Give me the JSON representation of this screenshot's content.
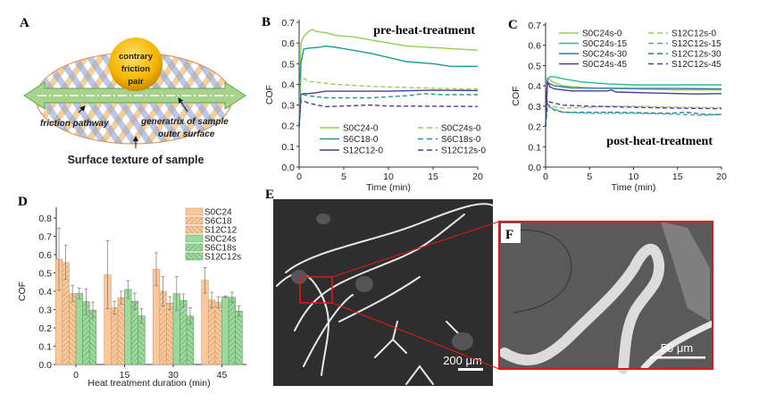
{
  "panels": {
    "A": {
      "label": "A",
      "circle_text": [
        "contrary",
        "friction",
        "pair"
      ],
      "friction_pathway": "friction pathway",
      "generatrix": [
        "generatrix of sample",
        "outer surface"
      ],
      "caption": "Surface texture of sample"
    },
    "E": {
      "label": "E",
      "scale_bar": "200 μm"
    },
    "F": {
      "label": "F",
      "scale_bar": "50 μm"
    }
  },
  "colors": {
    "light_green": "#92d050",
    "teal": "#1f9a8f",
    "purple": "#4b3c96",
    "green": "#2bbb86",
    "blue": "#2c7ba8",
    "orange_fill": "#f9c89b",
    "orange_edge": "#d99a66",
    "green_fill": "#9fd89f",
    "green_edge": "#5aa85a",
    "highlight": "#e8141b"
  },
  "chart_data": [
    {
      "id": "B",
      "label": "B",
      "type": "line",
      "title": "pre-heat-treatment",
      "xlabel": "Time (min)",
      "ylabel": "COF",
      "xlim": [
        0,
        20
      ],
      "ylim": [
        0,
        0.7
      ],
      "xticks": [
        "0",
        "5",
        "10",
        "15",
        "20"
      ],
      "yticks": [
        "0.0",
        "0.1",
        "0.2",
        "0.3",
        "0.4",
        "0.5",
        "0.6",
        "0.7"
      ],
      "legend": "bottom",
      "series": [
        {
          "name": "S0C24-0",
          "color": "#92d050",
          "dash": false,
          "points": [
            [
              0,
              0.2
            ],
            [
              0.2,
              0.6
            ],
            [
              0.5,
              0.63
            ],
            [
              1,
              0.655
            ],
            [
              1.5,
              0.665
            ],
            [
              2,
              0.655
            ],
            [
              3,
              0.65
            ],
            [
              4,
              0.637
            ],
            [
              6,
              0.63
            ],
            [
              8,
              0.615
            ],
            [
              10,
              0.6
            ],
            [
              12,
              0.585
            ],
            [
              15,
              0.578
            ],
            [
              18,
              0.57
            ],
            [
              20,
              0.565
            ]
          ]
        },
        {
          "name": "S6C18-0",
          "color": "#1f9a8f",
          "dash": false,
          "points": [
            [
              0,
              0.2
            ],
            [
              0.2,
              0.5
            ],
            [
              0.5,
              0.57
            ],
            [
              1,
              0.575
            ],
            [
              2,
              0.578
            ],
            [
              3,
              0.585
            ],
            [
              4,
              0.58
            ],
            [
              6,
              0.565
            ],
            [
              8,
              0.55
            ],
            [
              10,
              0.53
            ],
            [
              12,
              0.51
            ],
            [
              15,
              0.5
            ],
            [
              17,
              0.487
            ],
            [
              20,
              0.487
            ]
          ]
        },
        {
          "name": "S12C12-0",
          "color": "#4b3c96",
          "dash": false,
          "points": [
            [
              0,
              0.19
            ],
            [
              0.2,
              0.35
            ],
            [
              0.5,
              0.355
            ],
            [
              1,
              0.355
            ],
            [
              2,
              0.36
            ],
            [
              3,
              0.367
            ],
            [
              5,
              0.367
            ],
            [
              10,
              0.367
            ],
            [
              15,
              0.372
            ],
            [
              20,
              0.37
            ]
          ]
        },
        {
          "name": "S0C24s-0",
          "color": "#92d050",
          "dash": true,
          "points": [
            [
              0,
              0.2
            ],
            [
              0.2,
              0.43
            ],
            [
              0.5,
              0.43
            ],
            [
              1,
              0.415
            ],
            [
              2,
              0.41
            ],
            [
              4,
              0.4
            ],
            [
              8,
              0.39
            ],
            [
              12,
              0.385
            ],
            [
              16,
              0.38
            ],
            [
              20,
              0.377
            ]
          ]
        },
        {
          "name": "S6C18s-0",
          "color": "#1f9a8f",
          "dash": true,
          "points": [
            [
              0,
              0.2
            ],
            [
              0.2,
              0.36
            ],
            [
              0.5,
              0.35
            ],
            [
              1,
              0.345
            ],
            [
              3,
              0.335
            ],
            [
              8,
              0.335
            ],
            [
              12,
              0.345
            ],
            [
              14,
              0.355
            ],
            [
              16,
              0.35
            ],
            [
              20,
              0.35
            ]
          ]
        },
        {
          "name": "S12C12s-0",
          "color": "#4b3c96",
          "dash": true,
          "points": [
            [
              0,
              0.2
            ],
            [
              0.2,
              0.32
            ],
            [
              0.5,
              0.32
            ],
            [
              1,
              0.31
            ],
            [
              2,
              0.3
            ],
            [
              3,
              0.292
            ],
            [
              6,
              0.297
            ],
            [
              8,
              0.3
            ],
            [
              10,
              0.295
            ],
            [
              20,
              0.293
            ]
          ]
        }
      ]
    },
    {
      "id": "C",
      "label": "C",
      "type": "line",
      "title": "post-heat-treatment",
      "xlabel": "Time (min)",
      "ylabel": "COF",
      "xlim": [
        0,
        20
      ],
      "ylim": [
        0,
        0.7
      ],
      "xticks": [
        "0",
        "5",
        "10",
        "15",
        "20"
      ],
      "yticks": [
        "0.0",
        "0.1",
        "0.2",
        "0.3",
        "0.4",
        "0.5",
        "0.6",
        "0.7"
      ],
      "legend": "top",
      "series": [
        {
          "name": "S0C24s-0",
          "color": "#92d050",
          "dash": false,
          "points": [
            [
              0,
              0.2
            ],
            [
              0.2,
              0.44
            ],
            [
              0.5,
              0.43
            ],
            [
              1,
              0.415
            ],
            [
              2,
              0.4
            ],
            [
              5,
              0.39
            ],
            [
              10,
              0.385
            ],
            [
              15,
              0.38
            ],
            [
              20,
              0.38
            ]
          ]
        },
        {
          "name": "S0C24s-15",
          "color": "#2bbb86",
          "dash": false,
          "points": [
            [
              0,
              0.2
            ],
            [
              0.2,
              0.43
            ],
            [
              0.5,
              0.445
            ],
            [
              1,
              0.445
            ],
            [
              2,
              0.435
            ],
            [
              4,
              0.42
            ],
            [
              7,
              0.41
            ],
            [
              10,
              0.405
            ],
            [
              15,
              0.405
            ],
            [
              20,
              0.405
            ]
          ]
        },
        {
          "name": "S0C24s-30",
          "color": "#2c7ba8",
          "dash": false,
          "points": [
            [
              0,
              0.2
            ],
            [
              0.2,
              0.42
            ],
            [
              0.5,
              0.41
            ],
            [
              1,
              0.4
            ],
            [
              3,
              0.39
            ],
            [
              10,
              0.388
            ],
            [
              15,
              0.387
            ],
            [
              20,
              0.385
            ]
          ]
        },
        {
          "name": "S0C24s-45",
          "color": "#4b3c96",
          "dash": false,
          "points": [
            [
              0,
              0.2
            ],
            [
              0.2,
              0.42
            ],
            [
              0.5,
              0.395
            ],
            [
              1,
              0.385
            ],
            [
              3,
              0.375
            ],
            [
              7,
              0.375
            ],
            [
              7.5,
              0.38
            ],
            [
              8,
              0.37
            ],
            [
              12,
              0.365
            ],
            [
              17,
              0.36
            ],
            [
              20,
              0.362
            ]
          ]
        },
        {
          "name": "S12C12s-0",
          "color": "#92d050",
          "dash": true,
          "points": [
            [
              0,
              0.2
            ],
            [
              0.2,
              0.31
            ],
            [
              0.5,
              0.3
            ],
            [
              2,
              0.29
            ],
            [
              5,
              0.295
            ],
            [
              7,
              0.3
            ],
            [
              10,
              0.3
            ],
            [
              15,
              0.295
            ],
            [
              20,
              0.293
            ]
          ]
        },
        {
          "name": "S12C12s-15",
          "color": "#2bbb86",
          "dash": true,
          "points": [
            [
              0,
              0.2
            ],
            [
              0.2,
              0.3
            ],
            [
              1,
              0.285
            ],
            [
              2,
              0.27
            ],
            [
              5,
              0.265
            ],
            [
              10,
              0.265
            ],
            [
              15,
              0.26
            ],
            [
              18,
              0.255
            ],
            [
              20,
              0.26
            ]
          ]
        },
        {
          "name": "S12C12s-30",
          "color": "#2c7ba8",
          "dash": true,
          "points": [
            [
              0,
              0.2
            ],
            [
              0.2,
              0.31
            ],
            [
              1,
              0.28
            ],
            [
              2,
              0.27
            ],
            [
              8,
              0.27
            ],
            [
              14,
              0.265
            ],
            [
              16,
              0.27
            ],
            [
              18,
              0.26
            ],
            [
              20,
              0.258
            ]
          ]
        },
        {
          "name": "S12C12s-45",
          "color": "#4b3c96",
          "dash": true,
          "points": [
            [
              0,
              0.2
            ],
            [
              0.2,
              0.33
            ],
            [
              0.5,
              0.32
            ],
            [
              2,
              0.305
            ],
            [
              5,
              0.3
            ],
            [
              10,
              0.295
            ],
            [
              15,
              0.29
            ],
            [
              20,
              0.288
            ]
          ]
        }
      ]
    },
    {
      "id": "D",
      "label": "D",
      "type": "bar",
      "xlabel": "Heat treatment duration (min)",
      "ylabel": "COF",
      "ylim": [
        0,
        0.85
      ],
      "yticks": [
        "0.0",
        "0.1",
        "0.2",
        "0.3",
        "0.4",
        "0.5",
        "0.6",
        "0.7",
        "0.8"
      ],
      "categories": [
        "0",
        "15",
        "30",
        "45"
      ],
      "legend": "top-right",
      "series": [
        {
          "name": "S0C24",
          "fill": "orange",
          "hatch": "none",
          "values": [
            0.575,
            0.49,
            0.52,
            0.46
          ],
          "errors": [
            0.17,
            0.185,
            0.09,
            0.07
          ]
        },
        {
          "name": "S6C18",
          "fill": "orange",
          "hatch": "forward",
          "values": [
            0.557,
            0.31,
            0.4,
            0.352
          ],
          "errors": [
            0.093,
            0.035,
            0.08,
            0.043
          ]
        },
        {
          "name": "S12C12",
          "fill": "orange",
          "hatch": "back",
          "values": [
            0.387,
            0.365,
            0.335,
            0.34
          ],
          "errors": [
            0.045,
            0.035,
            0.035,
            0.03
          ]
        },
        {
          "name": "S0C24s",
          "fill": "green",
          "hatch": "none",
          "values": [
            0.388,
            0.41,
            0.387,
            0.37
          ],
          "errors": [
            0.03,
            0.048,
            0.093,
            0.005
          ]
        },
        {
          "name": "S6C18s",
          "fill": "green",
          "hatch": "forward",
          "values": [
            0.343,
            0.345,
            0.35,
            0.367
          ],
          "errors": [
            0.071,
            0.045,
            0.035,
            0.028
          ]
        },
        {
          "name": "S12C12s",
          "fill": "green",
          "hatch": "back",
          "values": [
            0.297,
            0.265,
            0.265,
            0.292
          ],
          "errors": [
            0.043,
            0.04,
            0.045,
            0.028
          ]
        }
      ]
    }
  ]
}
